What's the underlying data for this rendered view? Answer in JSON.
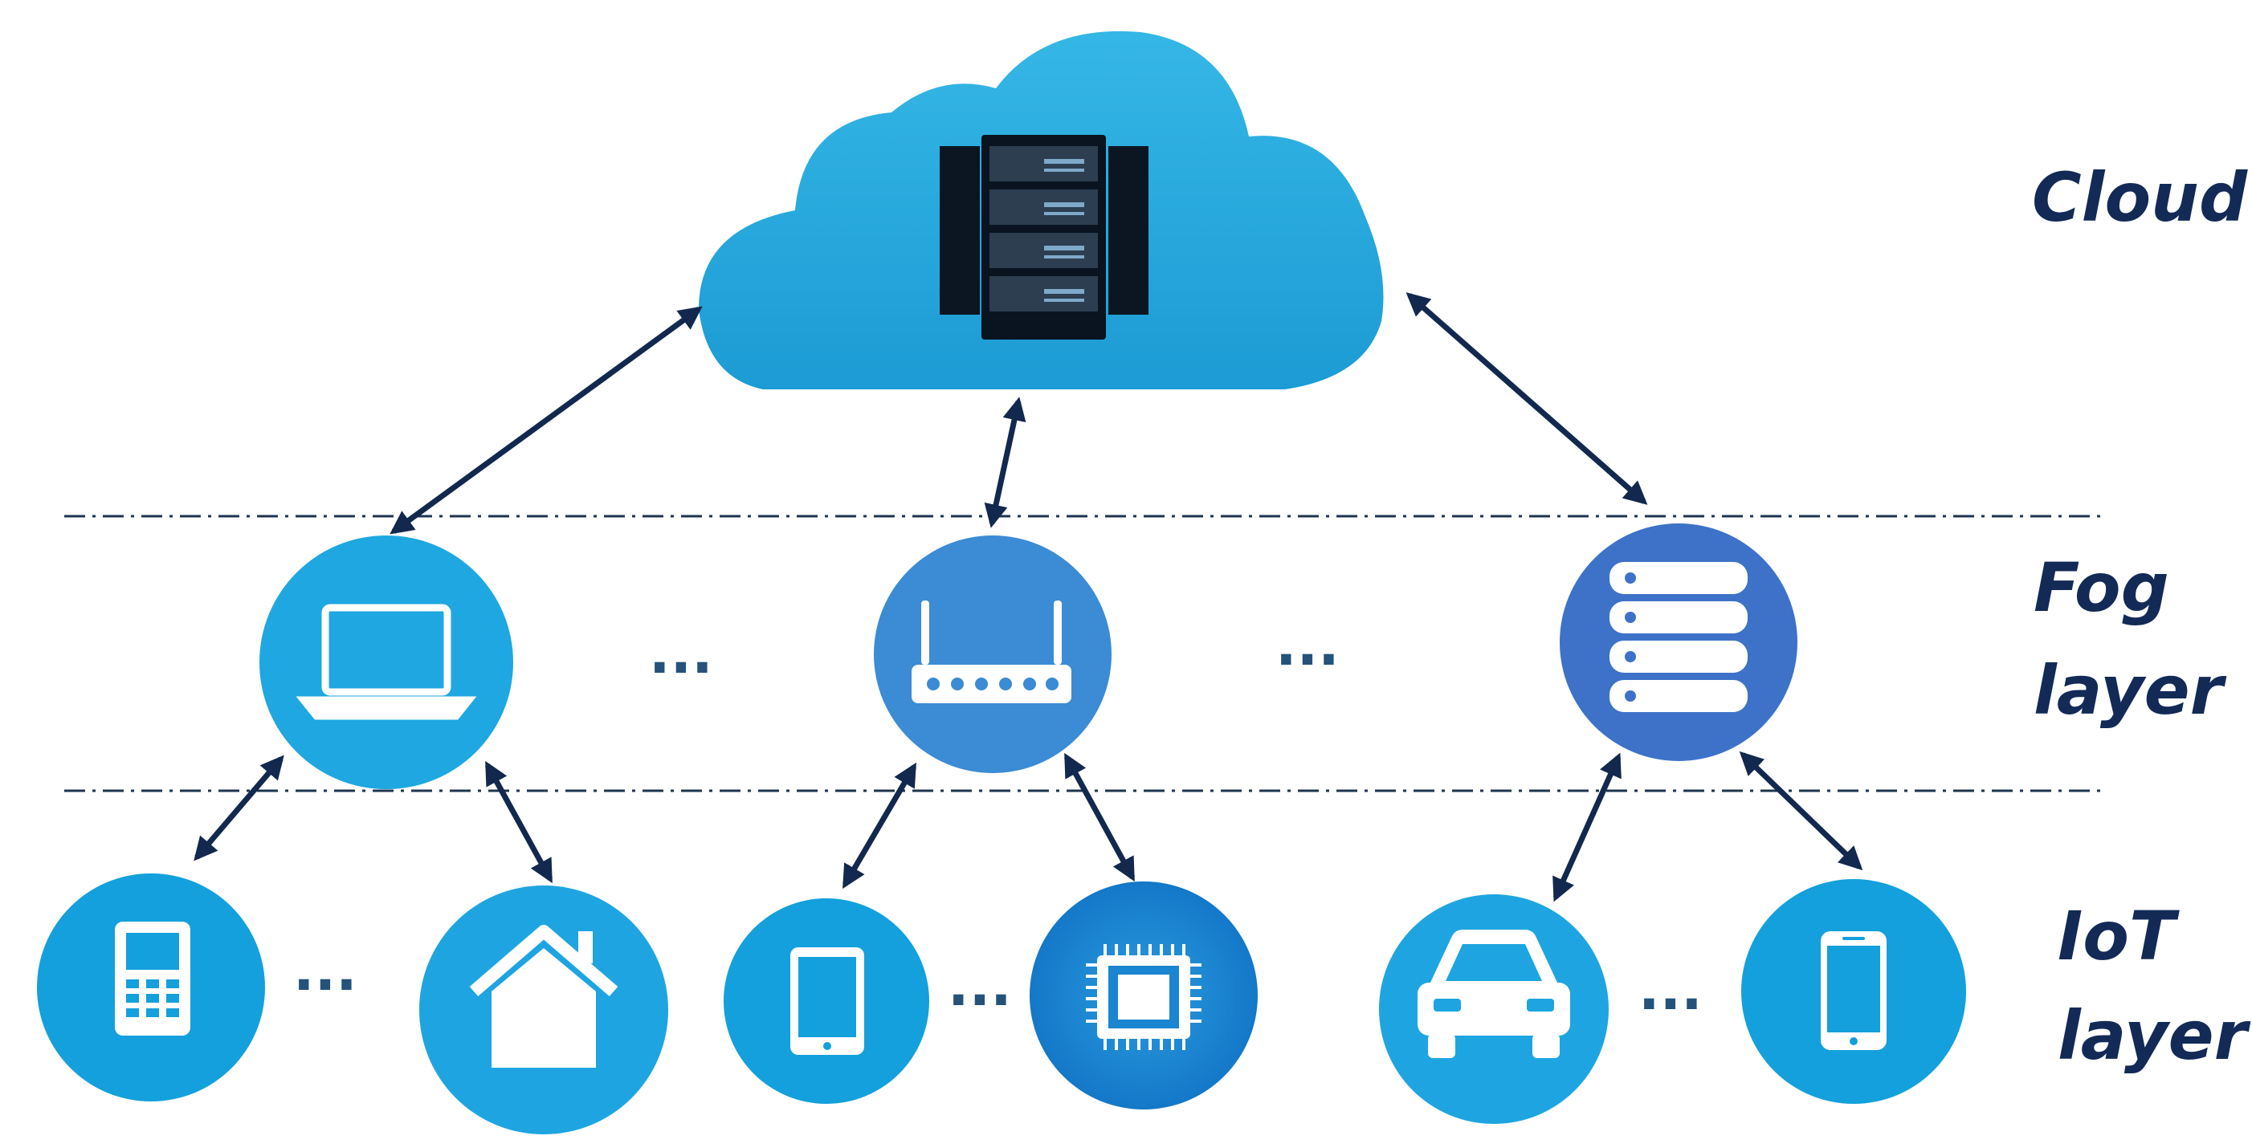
{
  "layers": {
    "cloud": "Cloud",
    "fog_line1": "Fog",
    "fog_line2": "layer",
    "iot_line1": "IoT",
    "iot_line2": "layer"
  },
  "ellipsis": "...",
  "colors": {
    "cloud": "#23a3d8",
    "node_light": "#1aa6df",
    "node_mid": "#3b8bd5",
    "node_dark": "#3e72c8",
    "arrow": "#12284e",
    "label": "#132a57"
  },
  "nodes": {
    "cloud": {
      "icon": "server-rack-icon"
    },
    "fog": [
      {
        "icon": "laptop-icon"
      },
      {
        "icon": "router-icon"
      },
      {
        "icon": "server-stack-icon"
      }
    ],
    "iot": [
      {
        "icon": "feature-phone-icon"
      },
      {
        "icon": "house-icon"
      },
      {
        "icon": "tablet-icon"
      },
      {
        "icon": "chip-icon"
      },
      {
        "icon": "car-icon"
      },
      {
        "icon": "smartphone-icon"
      }
    ]
  }
}
